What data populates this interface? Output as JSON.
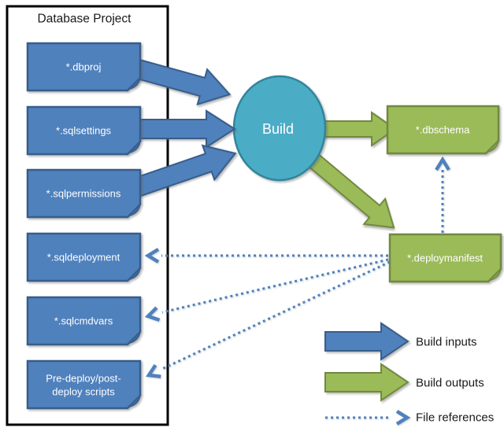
{
  "diagram": {
    "title": "Database Project",
    "build_node": {
      "label": "Build"
    },
    "inputs": [
      {
        "id": "dbproj",
        "label": "*.dbproj"
      },
      {
        "id": "sqlsettings",
        "label": "*.sqlsettings"
      },
      {
        "id": "sqlpermissions",
        "label": "*.sqlpermissions"
      },
      {
        "id": "sqldeployment",
        "label": "*.sqldeployment"
      },
      {
        "id": "sqlcmdvars",
        "label": "*.sqlcmdvars"
      },
      {
        "id": "predeploy",
        "label": "Pre-deploy/post-deploy scripts",
        "line1": "Pre-deploy/post-",
        "line2": "deploy scripts"
      }
    ],
    "outputs": [
      {
        "id": "dbschema",
        "label": "*.dbschema"
      },
      {
        "id": "deploymanifest",
        "label": "*.deploymanifest"
      }
    ],
    "legend": [
      {
        "label": "Build inputs",
        "arrow": "solid-blue"
      },
      {
        "label": "Build outputs",
        "arrow": "solid-green"
      },
      {
        "label": "File references",
        "arrow": "dotted-blue"
      }
    ],
    "colors": {
      "input-fill": "#4f81bd",
      "input-border": "#385d8a",
      "output-fill": "#9bbb59",
      "output-border": "#71893f",
      "build-fill": "#4bacc6",
      "build-border": "#31859b",
      "reference-line": "#4f81bd",
      "container-border": "#000000",
      "text-light": "#ffffff",
      "text-dark": "#1a1a1a"
    }
  }
}
